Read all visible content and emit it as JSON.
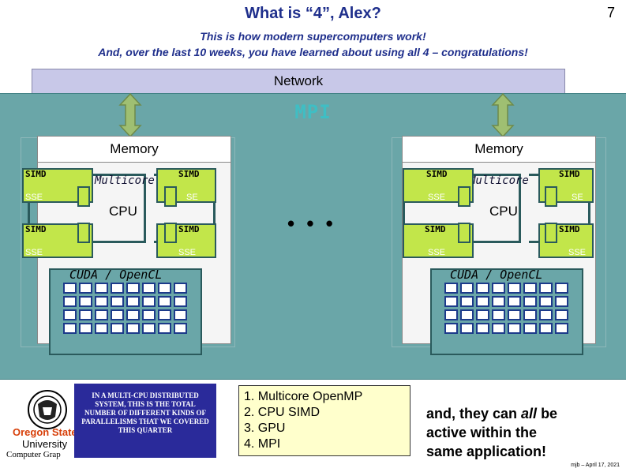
{
  "slide": {
    "title": "What is “4”, Alex?",
    "subtitle1": "This is how modern supercomputers work!",
    "subtitle2": "And, over the last 10 weeks, you have learned about using all 4 – congratulations!",
    "page_number": "7"
  },
  "diagram": {
    "network_label": "Network",
    "mpi_label": "MPI",
    "ellipsis": "• • •",
    "nodes": [
      {
        "memory_label": "Memory",
        "multicore_label": "Multicore",
        "cpu_label": "CPU",
        "simd_labels": [
          "SIMD",
          "SIMD",
          "SIMD",
          "SIMD"
        ],
        "sse_labels": [
          "SSE",
          "SE",
          "SSE",
          "SSE"
        ],
        "gpu_label": "CUDA / OpenCL"
      },
      {
        "memory_label": "Memory",
        "multicore_label": "Multicore",
        "cpu_label": "CPU",
        "simd_labels": [
          "SIMD",
          "SIMD",
          "SIMD",
          "SIMD"
        ],
        "sse_labels": [
          "SSE",
          "SE",
          "SSE",
          "SSE"
        ],
        "gpu_label": "CUDA / OpenCL"
      }
    ]
  },
  "bottom": {
    "logo_line1": "Oregon State",
    "logo_line2": "University",
    "logo_line3": "Computer Grap",
    "callout_text": "IN A MULTI-CPU DISTRIBUTED SYSTEM, THIS IS THE TOTAL NUMBER OF DIFFERENT KINDS OF PARALLELISMS THAT WE COVERED THIS QUARTER",
    "list_items": [
      "1. Multicore OpenMP",
      "2. CPU SIMD",
      "3. GPU",
      "4. MPI"
    ],
    "closing_line1_pre": "and, they can ",
    "closing_line1_em": "all",
    "closing_line1_post": " be",
    "closing_line2": "active within the",
    "closing_line3": "same application!",
    "footer": "mjb – April 17, 2021"
  },
  "colors": {
    "title_blue": "#1f2f8c",
    "cluster_teal": "#6aa6a8",
    "simd_green": "#c2e64a",
    "network_lavender": "#c8c8e8",
    "callout_navy": "#2a2a9a",
    "list_yellow": "#ffffcc",
    "osu_orange": "#d73f09"
  }
}
